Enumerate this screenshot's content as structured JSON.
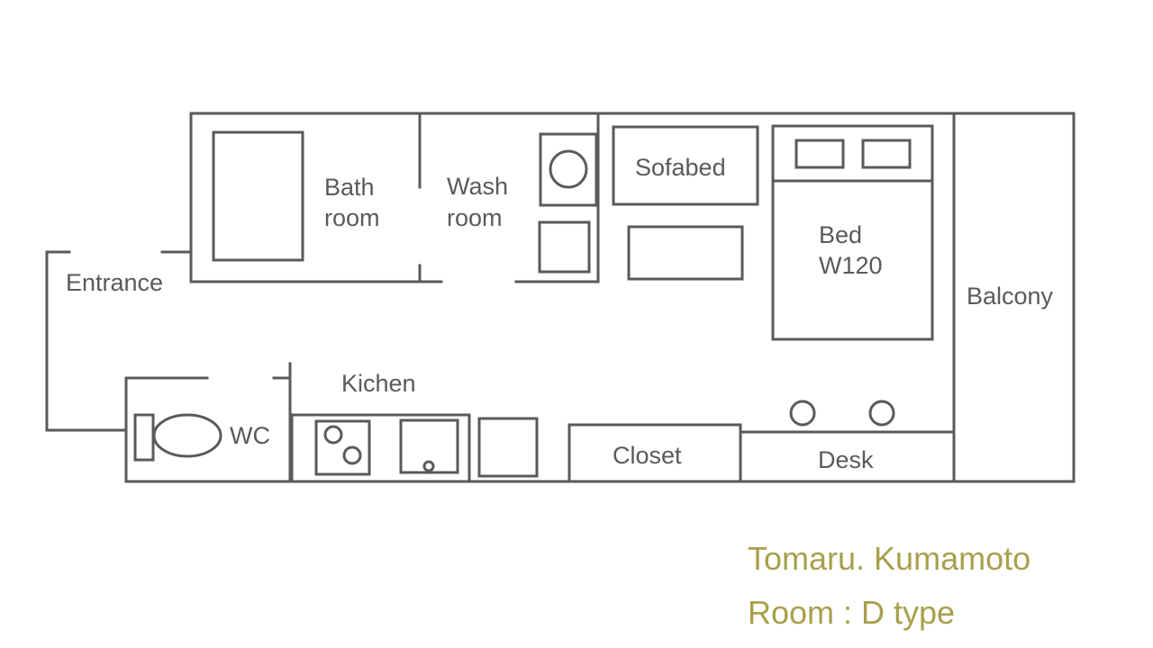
{
  "rooms": {
    "bath": [
      "Bath",
      "room"
    ],
    "wash": [
      "Wash",
      "room"
    ],
    "sofabed": "Sofabed",
    "bed": [
      "Bed",
      "W120"
    ],
    "entrance": "Entrance",
    "balcony": "Balcony",
    "kitchen": "Kichen",
    "wc": "WC",
    "closet": "Closet",
    "desk": "Desk"
  },
  "caption": {
    "line1": "Tomaru. Kumamoto",
    "line2": "Room : D type"
  },
  "colors": {
    "lines": "#5a5a5a",
    "caption": "#a8a04c",
    "background": "#ffffff"
  }
}
